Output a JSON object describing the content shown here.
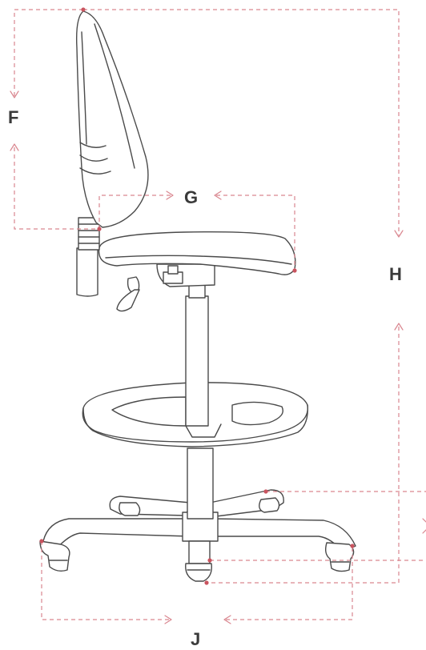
{
  "colors": {
    "dimension_line": "#d9868f",
    "dimension_dot": "#c9545f",
    "label": "#3a3a3a",
    "outline": "#4a4a4a",
    "background": "#ffffff"
  },
  "labels": {
    "F": "F",
    "G": "G",
    "H": "H",
    "J": "J"
  }
}
